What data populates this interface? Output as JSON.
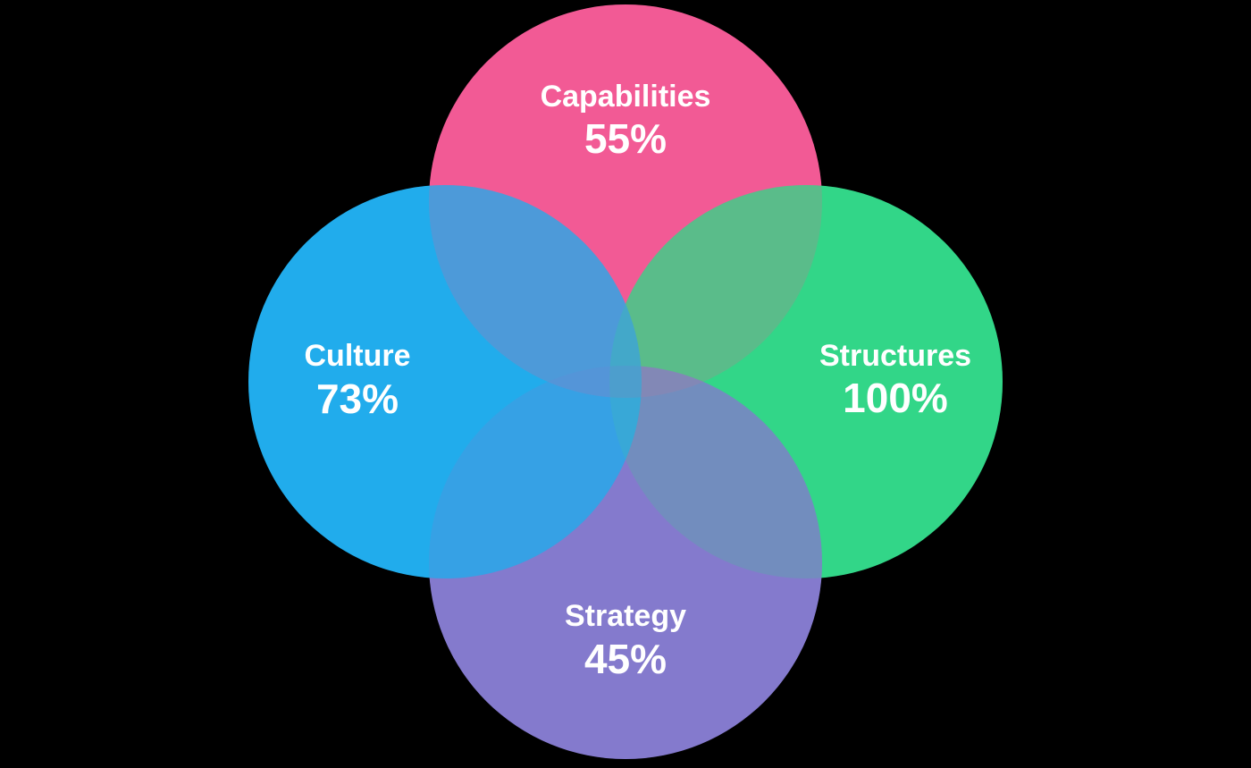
{
  "page": {
    "background_color": "#000000",
    "label_color": "#FFFFFF"
  },
  "chart_data": {
    "type": "venn",
    "title": "",
    "legend_position": "none",
    "grid": false,
    "layout": "four-circle flower: top, left, right, bottom, equal radii, overlapping center",
    "sets": [
      {
        "label": "Capabilities",
        "value": 55,
        "value_label": "55%",
        "color": "#F35B96",
        "position": "top"
      },
      {
        "label": "Culture",
        "value": 73,
        "value_label": "73%",
        "color": "#22ADEC",
        "position": "left"
      },
      {
        "label": "Structures",
        "value": 100,
        "value_label": "100%",
        "color": "#33D689",
        "position": "right"
      },
      {
        "label": "Strategy",
        "value": 45,
        "value_label": "45%",
        "color": "#857ACD",
        "position": "bottom"
      }
    ]
  }
}
